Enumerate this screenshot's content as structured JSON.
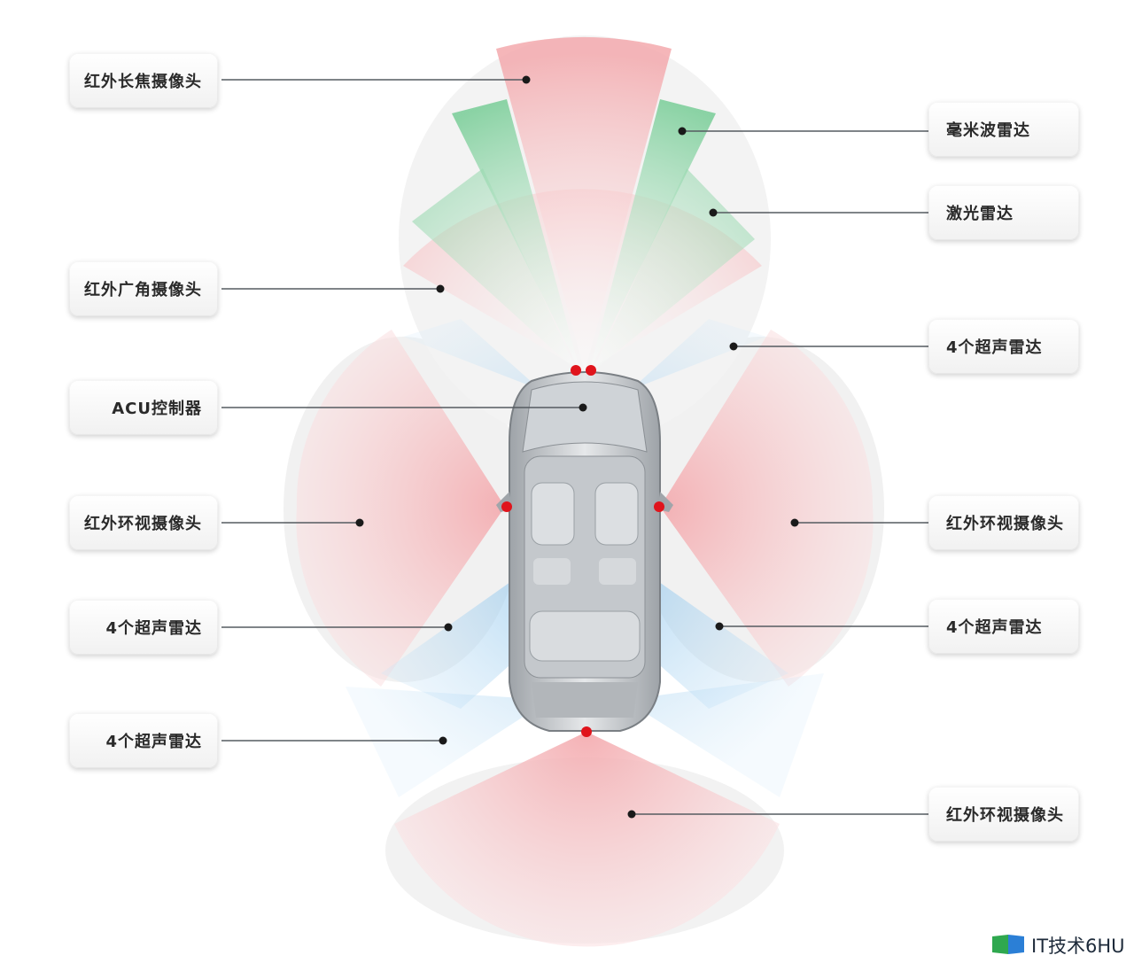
{
  "labels": {
    "left": [
      {
        "id": "ir-telephoto-camera",
        "text": "红外长焦摄像头"
      },
      {
        "id": "ir-wide-camera",
        "text": "红外广角摄像头"
      },
      {
        "id": "acu-controller",
        "text": "ACU控制器"
      },
      {
        "id": "ir-surround-camera-left",
        "text": "红外环视摄像头"
      },
      {
        "id": "ultrasonic-radar-left-1",
        "text": "4个超声雷达"
      },
      {
        "id": "ultrasonic-radar-left-2",
        "text": "4个超声雷达"
      }
    ],
    "right": [
      {
        "id": "mmwave-radar",
        "text": "毫米波雷达"
      },
      {
        "id": "lidar",
        "text": "激光雷达"
      },
      {
        "id": "ultrasonic-radar-right-1",
        "text": "4个超声雷达"
      },
      {
        "id": "ir-surround-camera-right",
        "text": "红外环视摄像头"
      },
      {
        "id": "ultrasonic-radar-right-2",
        "text": "4个超声雷达"
      },
      {
        "id": "ir-surround-camera-rear",
        "text": "红外环视摄像头"
      }
    ]
  },
  "colors": {
    "camera_zone": "#f2b5b8",
    "radar_zone": "#9fd6b2",
    "ultrasonic_zone": "#b9dbf3",
    "sensor_dot": "#e0141c"
  },
  "watermark": {
    "text": "IT技术6HU",
    "icon": "logo-icon"
  }
}
